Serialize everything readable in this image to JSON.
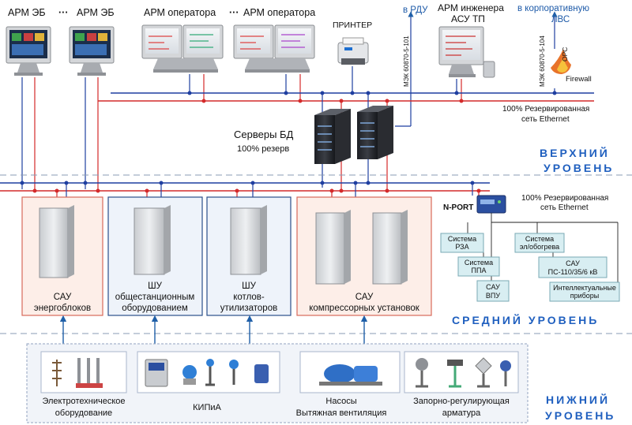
{
  "top": {
    "arm_eb_1": "АРМ ЭБ",
    "ellipsis_1": "···",
    "arm_eb_2": "АРМ ЭБ",
    "arm_op_1": "АРМ оператора",
    "ellipsis_2": "···",
    "arm_op_2": "АРМ оператора",
    "printer": "ПРИНТЕР",
    "to_rdu": "в РДУ",
    "arm_eng_1": "АРМ инженера",
    "arm_eng_2": "АСУ ТП",
    "to_corp_1": "в корпоративную",
    "to_corp_2": "ЛВС",
    "iec_101": "МЭК 60870-5-101",
    "iec_104": "МЭК 60870-5-104",
    "opc": "OPC",
    "firewall": "Firewall",
    "eth_top_1": "100% Резервированная",
    "eth_top_2": "сеть Ethernet",
    "db_1": "Серверы БД",
    "db_2": "100% резерв",
    "level_1": "ВЕРХНИЙ",
    "level_2": "УРОВЕНЬ"
  },
  "middle": {
    "nport": "N-PORT",
    "eth_mid_1": "100% Резервированная",
    "eth_mid_2": "сеть Ethernet",
    "sau_eb_1": "САУ",
    "sau_eb_2": "энергоблоков",
    "shu_gen_1": "ШУ",
    "shu_gen_2": "общестанционным",
    "shu_gen_3": "оборудованием",
    "shu_kot_1": "ШУ",
    "shu_kot_2": "котлов-",
    "shu_kot_3": "утилизаторов",
    "sau_comp_1": "САУ",
    "sau_comp_2": "компрессорных установок",
    "rza_1": "Система",
    "rza_2": "РЗА",
    "ppa_1": "Система",
    "ppa_2": "ППА",
    "vpu_1": "САУ",
    "vpu_2": "ВПУ",
    "heat_1": "Система",
    "heat_2": "эл/обогрева",
    "ps_1": "САУ",
    "ps_2": "ПС-110/35/6 кВ",
    "smart_1": "Интеллектуальные",
    "smart_2": "приборы",
    "level": "СРЕДНИЙ УРОВЕНЬ"
  },
  "bottom": {
    "elec_1": "Электротехническое",
    "elec_2": "оборудование",
    "kipia": "КИПиА",
    "pumps_1": "Насосы",
    "pumps_2": "Вытяжная вентиляция",
    "valves_1": "Запорно-регулирующая",
    "valves_2": "арматура",
    "level_1": "НИЖНИЙ",
    "level_2": "УРОВЕНЬ"
  },
  "colors": {
    "blue_bus": "#1f3fa0",
    "red_bus": "#d42a2a",
    "level_text": "#1f5fbf",
    "red_panel": "#fdeee8",
    "blue_panel": "#eef3fa",
    "small_box": "#d8eef2"
  }
}
